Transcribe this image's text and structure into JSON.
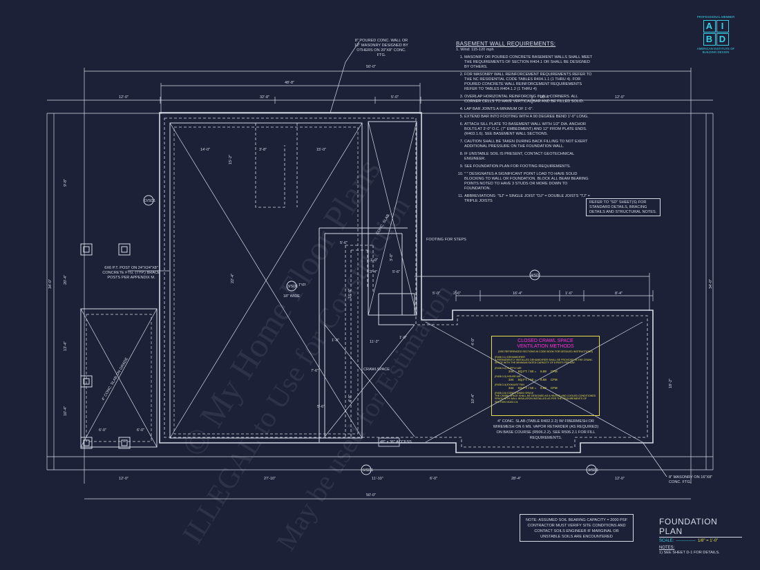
{
  "logo": {
    "top": "PROFESSIONAL MEMBER",
    "letters": [
      "A",
      "I",
      "B",
      "D"
    ],
    "bottom": "AMERICAN INSTITUTE OF BUILDING DESIGN"
  },
  "title": {
    "heading": "FOUNDATION PLAN",
    "scale_label": "SCALE:",
    "scale_value": "1/8\" = 1'-0\"",
    "notes_heading": "NOTES:",
    "note_1": "1) SEE SHEET D-1 FOR DETAILS."
  },
  "basement_wall": {
    "heading": "BASEMENT WALL REQUIREMENTS:",
    "sub": "1. Wind: 115-120 mph",
    "items": [
      "MASONRY OR POURED CONCRETE BASEMENT WALLS SHALL MEET THE REQUIREMENTS OF SECTION R404.1 OR SHALL BE DESIGNED BY OTHERS.",
      "FOR MASONRY WALL REINFORCEMENT REQUIREMENTS REFER TO THE NC RESIDENTIAL CODE TABLES R404.1.1 (1 THRU 4). FOR POURED CONCRETE WALL REINFORCEMENT REQUIREMENTS REFER TO TABLES R404.1.2 (1 THRU 4)",
      "OVERLAP HORIZONTAL REINFORCING IN ALL CORNERS. ALL CORNER CELLS TO HAVE VERTICAL BAR AND BE FILLED SOLID.",
      "LAP BAR JOINTS A MINIMUM OF 1'-6\".",
      "EXTEND BAR INTO FOOTING WITH A 90 DEGREE BEND 1'-0\" LONG.",
      "ATTACH SILL PLATE TO BASEMENT WALL WITH 1/2\" DIA. ANCHOR BOLTS AT 3'-0\" O.C. (7\" EMBEDMENT) AND 12\" FROM PLATE ENDS. (R403.1.6). SEE BASEMENT WALL SECTIONS.",
      "CAUTION SHALL BE TAKEN DURING BACK FILLING TO NOT EXERT ADDITIONAL PRESSURE ON THE FOUNDATION WALL.",
      "IF UNSTABLE SOIL IS PRESENT, CONTACT GEOTECHNICAL ENGINEER.",
      "SEE FOUNDATION PLAN FOR FOOTING REQUIREMENTS.",
      "\" \" DESIGNATES A SIGNIFICANT POINT LOAD TO HAVE SOLID BLOCKING TO WALL OR FOUNDATION. BLOCK ALL BEAM BEARING POINTS NOTED TO HAVE 3 STUDS OR MORE DOWN TO FOUNDATION.",
      "ABBREVIATIONS: \"SJ\" = SINGLE JOIST \"DJ\" = DOUBLE JOISTS \"TJ\" = TRIPLE JOISTS"
    ]
  },
  "refer_note": "REFER TO \"SD\" SHEET(S) FOR STANDARD DETAILS, BRACING DETAILS AND STRUCTURAL NOTES.",
  "vent": {
    "title1": "CLOSED CRAWL SPACE",
    "title2": "VENTILATION METHODS",
    "subtitle": "(SEE REFERENCED SECTIONS IN CODE BOOK FOR DETAILED INSTRUCTIONS)",
    "s1_head": "(R408.3.1) DEHUMIDIFIER",
    "s1_body": "A PERMANENTLY INSTALLED DEHUMIDIFIER SHALL BE PROVIDED IN THE CRAWL SPACE WITH THE MINIMUM RATED CAPACITY OF 8 PINTS PER DAY.",
    "s2_head": "(R408.3.2) SUPPLY AIR",
    "s2_row": [
      "344",
      "SQ.FT. / 50 =",
      "6.88",
      "CFM"
    ],
    "s3_head": "(R408.3.3) HOUSE AIR",
    "s3_row": [
      "344",
      "SQ.FT. / 50 =",
      "6.88",
      "CFM"
    ],
    "s4_head": "(R408.3.4) EXHAUST FAN",
    "s4_row": [
      "344",
      "SQ.FT. / 50 =",
      "6.88",
      "CFM"
    ],
    "s5_head": "(R408.3.5) CONDITIONED SPACE",
    "s5_body": "THE CRAWL SPACE SHALL BE DESIGNED AS A HEATED AND COOLED CONDITIONED SPACE WITH WALL INSULATION INSTALLED AS PER THE REQUIREMENTS OF SECTION N1102.2.8."
  },
  "slab_note": "4\" CONC. SLAB (TABLE R402.2.2) w/ FIBERMESH OR WIREMESH ON 6 MIL VAPOR RETARDER (AS REQUIRED) ON BASE COURSE (R506.2.2). SEE R506.2.1 FOR FILL REQUIREMENTS.",
  "soil_note": "NOTE: ASSUMED SOIL BEARING CAPACITY = 2000 PSF CONTRACTOR MUST VERIFY SITE CONDITIONS AND CONTACT SOILS ENGINEER IF MARGINAL OR UNSTABLE SOILS ARE ENCOUNTERED",
  "labels": {
    "masonry_top": "8\" POURED CONC. WALL OR 12\" MASONRY DESIGNED BY OTHERS ON 20\"x8\" CONC. FTG.",
    "post_note": "6x6 P.T. POST ON 24\"x24\"x8\" CONCRETE FTG. (TYP.) BRACE POSTS PER APPENDIX M.",
    "conc_slab": "4\" CONC. SLAB ON GRADE",
    "crawlspace": "CRAWLSPACE",
    "access": "48\" x 36\" ACCESS",
    "masonry_bottom": "8\" MASONRY ON 16\"x8\" CONC. FTG.",
    "footing_steps": "FOOTING FOR STEPS",
    "typ": "TYP.",
    "wide": "18\" WIDE",
    "conc_slab2": "CONC. SLAB",
    "watermark": "© My Home Floor Plans",
    "watermark2": "ILLEGAL to Use for Construction",
    "watermark3": "May be used for Estimation"
  },
  "dims": {
    "overall_top": "50'-0\"",
    "d_48_8": "48'-8\"",
    "d_12_0a": "12'-0\"",
    "d_32_8": "32'-8\"",
    "d_5_0": "5'-0\"",
    "d_12_0b": "12'-0\"",
    "d_14_0": "14'-0\"",
    "d_3_8": "3'-8\"",
    "d_15_0": "15'-0\"",
    "d_15_2": "15'-2\"",
    "d_22_4": "22'-4\"",
    "d_34_0": "34'-0\"",
    "d_34_0r": "34'-0\"",
    "d_16_4": "16'-4\"",
    "d_8_4": "8'-4\"",
    "d_2_6": "2'-6\"",
    "d_1_6": "1'-6\"",
    "d_5_0b": "5'-0\"",
    "d_28_4": "28'-4\"",
    "d_28_4b": "28'-4\"",
    "d_12_0c": "12'-0\"",
    "d_27_10": "27'-10\"",
    "d_11_10": "11'-10\"",
    "d_6_0": "6'-0\"",
    "d_12_0d": "12'-0\"",
    "overall_bot": "50'-0\"",
    "d_6_0a": "6'-0\"",
    "d_6_0b": "6'-0\"",
    "d_9_8": "9'-8\"",
    "d_20_4": "20'-4\"",
    "d_13_4": "13'-4\"",
    "d_10_4": "10'-4\"",
    "d_11_2": "11'-2\"",
    "d_3_4": "3'-4\"",
    "d_5_6": "5'-6\"",
    "d_1_8": "1'-8\"",
    "d_7_6": "7'-6\"",
    "d_5_6b": "5'-6\"",
    "d_10_4b": "10'-4\"",
    "d_4_8": "4'-8\"",
    "d_18_2": "18'-2\"",
    "d_1_0": "1'-0\"",
    "d_15_8": "15'-8\"",
    "d_4_0": "4'-0\"",
    "d_3_0": "3'-0\""
  },
  "markers": [
    "D/SD1",
    "3/SD1",
    "6/SD1",
    "3/SD1",
    "3/SD1",
    "4/SD"
  ],
  "colors": {
    "background": "#1c2137",
    "lines": "#d9dde8",
    "accent_cyan": "#37d0e6",
    "accent_yellow": "#e8e04a",
    "accent_magenta": "#ff2fd8"
  }
}
